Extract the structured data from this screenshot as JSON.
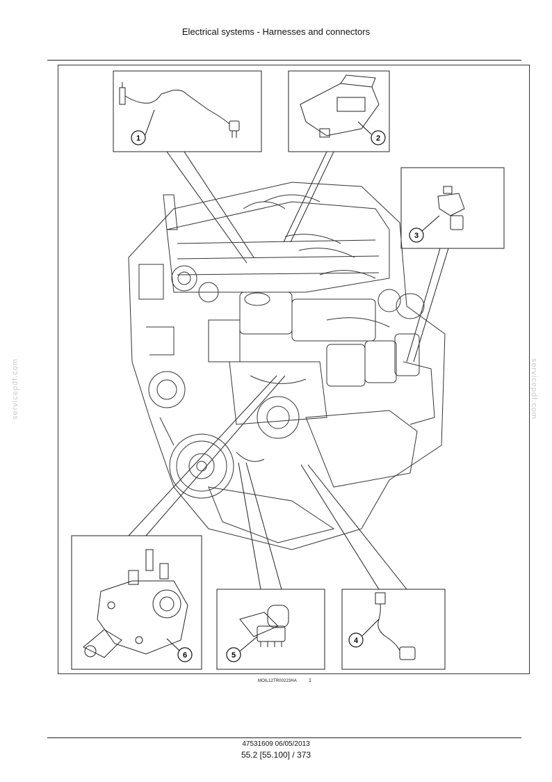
{
  "header": {
    "title": "Electrical systems - Harnesses and connectors"
  },
  "watermark": {
    "text": "servicepdf.com"
  },
  "figure": {
    "code": "MOIL12TR00223HA",
    "number": "1",
    "callouts": [
      "1",
      "2",
      "3",
      "4",
      "5",
      "6"
    ]
  },
  "footer": {
    "doc_line": "47531609 06/05/2013",
    "page_line": "55.2 [55.100] / 373"
  }
}
